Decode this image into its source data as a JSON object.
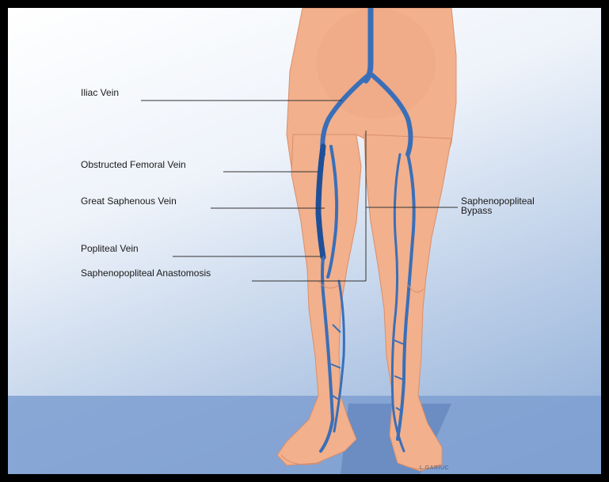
{
  "labels": {
    "iliac_vein": "Iliac Vein",
    "obstructed_femoral_vein": "Obstructed Femoral Vein",
    "great_saphenous_vein": "Great Saphenous Vein",
    "popliteal_vein": "Popliteal Vein",
    "saphenopopliteal_anastomosis": "Saphenopopliteal Anastomosis",
    "saphenopopliteal_bypass_line1": "Saphenopopliteal",
    "saphenopopliteal_bypass_line2": "Bypass"
  },
  "artist_signature": "L.GARIUC",
  "colors": {
    "skin": "#f2b08c",
    "skin_shadow": "#e39c78",
    "vein": "#3a6fb8",
    "vein_dark": "#1f4f98",
    "floor": "#7e9fd1"
  }
}
